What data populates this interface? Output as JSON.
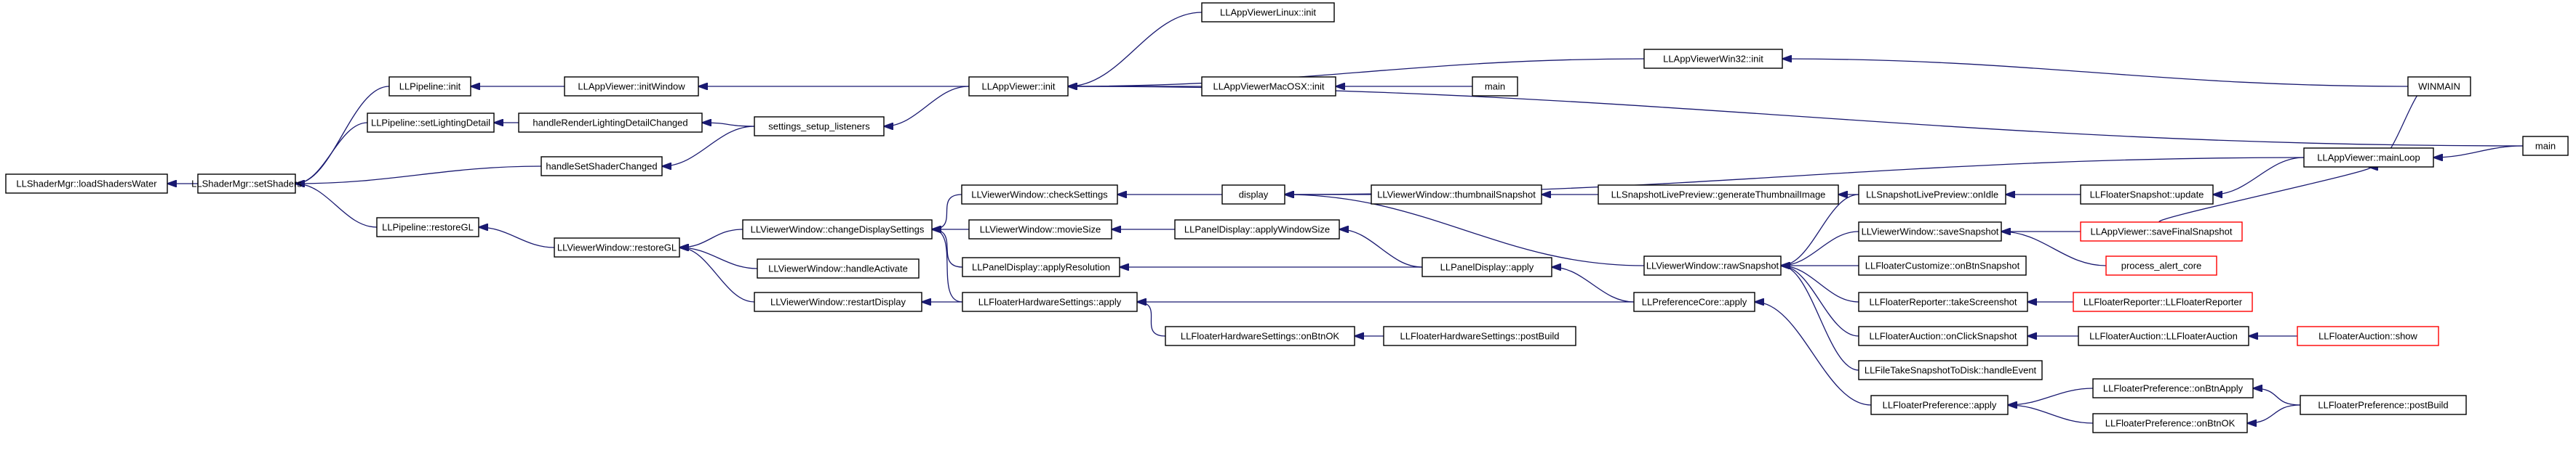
{
  "diagram": {
    "type": "call-graph",
    "colors": {
      "edge": "#191970",
      "node_border_normal": "#000000",
      "node_border_truncated": "#ff0000",
      "root_fill": "#bfbfbf",
      "node_fill": "#ffffff"
    },
    "nodes": [
      {
        "id": "n0",
        "label": "LLShaderMgr::loadShadersWater",
        "style": "root"
      },
      {
        "id": "n1",
        "label": "LLShaderMgr::setShaders",
        "style": "normal"
      },
      {
        "id": "n2",
        "label": "LLPipeline::init",
        "style": "normal"
      },
      {
        "id": "n3",
        "label": "LLPipeline::setLightingDetail",
        "style": "normal"
      },
      {
        "id": "n4",
        "label": "handleSetShaderChanged",
        "style": "normal"
      },
      {
        "id": "n5",
        "label": "LLPipeline::restoreGL",
        "style": "normal"
      },
      {
        "id": "n6",
        "label": "LLAppViewer::initWindow",
        "style": "normal"
      },
      {
        "id": "n7",
        "label": "handleRenderLightingDetailChanged",
        "style": "normal"
      },
      {
        "id": "n8",
        "label": "settings_setup_listeners",
        "style": "normal"
      },
      {
        "id": "n9",
        "label": "LLAppViewer::init",
        "style": "normal"
      },
      {
        "id": "n10",
        "label": "LLAppViewerLinux::init",
        "style": "normal"
      },
      {
        "id": "n11",
        "label": "LLAppViewerWin32::init",
        "style": "normal"
      },
      {
        "id": "n12",
        "label": "LLAppViewerMacOSX::init",
        "style": "normal"
      },
      {
        "id": "n13",
        "label": "main",
        "style": "normal"
      },
      {
        "id": "n14",
        "label": "WINMAIN",
        "style": "normal"
      },
      {
        "id": "n15",
        "label": "main",
        "style": "normal"
      },
      {
        "id": "n16",
        "label": "LLViewerWindow::restoreGL",
        "style": "normal"
      },
      {
        "id": "n17",
        "label": "LLViewerWindow::changeDisplaySettings",
        "style": "normal"
      },
      {
        "id": "n18",
        "label": "LLViewerWindow::handleActivate",
        "style": "normal"
      },
      {
        "id": "n19",
        "label": "LLViewerWindow::restartDisplay",
        "style": "normal"
      },
      {
        "id": "n20",
        "label": "LLViewerWindow::checkSettings",
        "style": "normal"
      },
      {
        "id": "n21",
        "label": "LLViewerWindow::movieSize",
        "style": "normal"
      },
      {
        "id": "n22",
        "label": "LLPanelDisplay::applyResolution",
        "style": "normal"
      },
      {
        "id": "n23",
        "label": "LLFloaterHardwareSettings::apply",
        "style": "normal"
      },
      {
        "id": "n24",
        "label": "display",
        "style": "normal"
      },
      {
        "id": "n25",
        "label": "LLPanelDisplay::applyWindowSize",
        "style": "normal"
      },
      {
        "id": "n26",
        "label": "LLFloaterHardwareSettings::onBtnOK",
        "style": "normal"
      },
      {
        "id": "n27",
        "label": "LLFloaterHardwareSettings::postBuild",
        "style": "normal"
      },
      {
        "id": "n28",
        "label": "LLViewerWindow::thumbnailSnapshot",
        "style": "normal"
      },
      {
        "id": "n29",
        "label": "LLSnapshotLivePreview::generateThumbnailImage",
        "style": "normal"
      },
      {
        "id": "n30",
        "label": "LLPanelDisplay::apply",
        "style": "normal"
      },
      {
        "id": "n31",
        "label": "LLViewerWindow::rawSnapshot",
        "style": "normal"
      },
      {
        "id": "n32",
        "label": "LLPreferenceCore::apply",
        "style": "normal"
      },
      {
        "id": "n33",
        "label": "LLSnapshotLivePreview::onIdle",
        "style": "normal"
      },
      {
        "id": "n34",
        "label": "LLViewerWindow::saveSnapshot",
        "style": "normal"
      },
      {
        "id": "n35",
        "label": "LLFloaterCustomize::onBtnSnapshot",
        "style": "normal"
      },
      {
        "id": "n36",
        "label": "LLFloaterReporter::takeScreenshot",
        "style": "normal"
      },
      {
        "id": "n37",
        "label": "LLFloaterAuction::onClickSnapshot",
        "style": "normal"
      },
      {
        "id": "n38",
        "label": "LLFileTakeSnapshotToDisk::handleEvent",
        "style": "normal"
      },
      {
        "id": "n39",
        "label": "LLFloaterPreference::apply",
        "style": "normal"
      },
      {
        "id": "n40",
        "label": "LLFloaterSnapshot::update",
        "style": "normal"
      },
      {
        "id": "n41",
        "label": "LLAppViewer::mainLoop",
        "style": "normal"
      },
      {
        "id": "n42",
        "label": "LLAppViewer::saveFinalSnapshot",
        "style": "truncated"
      },
      {
        "id": "n43",
        "label": "process_alert_core",
        "style": "truncated"
      },
      {
        "id": "n44",
        "label": "LLFloaterReporter::LLFloaterReporter",
        "style": "truncated"
      },
      {
        "id": "n45",
        "label": "LLFloaterAuction::LLFloaterAuction",
        "style": "normal"
      },
      {
        "id": "n46",
        "label": "LLFloaterAuction::show",
        "style": "truncated"
      },
      {
        "id": "n47",
        "label": "LLFloaterPreference::onBtnApply",
        "style": "normal"
      },
      {
        "id": "n48",
        "label": "LLFloaterPreference::onBtnOK",
        "style": "normal"
      },
      {
        "id": "n49",
        "label": "LLFloaterPreference::postBuild",
        "style": "normal"
      }
    ],
    "edges": [
      {
        "from": "n1",
        "to": "n0"
      },
      {
        "from": "n2",
        "to": "n1"
      },
      {
        "from": "n3",
        "to": "n1"
      },
      {
        "from": "n4",
        "to": "n1"
      },
      {
        "from": "n5",
        "to": "n1"
      },
      {
        "from": "n6",
        "to": "n2"
      },
      {
        "from": "n7",
        "to": "n3"
      },
      {
        "from": "n8",
        "to": "n7"
      },
      {
        "from": "n8",
        "to": "n4"
      },
      {
        "from": "n9",
        "to": "n6"
      },
      {
        "from": "n9",
        "to": "n8"
      },
      {
        "from": "n10",
        "to": "n9"
      },
      {
        "from": "n11",
        "to": "n9"
      },
      {
        "from": "n12",
        "to": "n9"
      },
      {
        "from": "n15",
        "to": "n9"
      },
      {
        "from": "n13",
        "to": "n12"
      },
      {
        "from": "n14",
        "to": "n11"
      },
      {
        "from": "n16",
        "to": "n5"
      },
      {
        "from": "n17",
        "to": "n16"
      },
      {
        "from": "n18",
        "to": "n16"
      },
      {
        "from": "n19",
        "to": "n16"
      },
      {
        "from": "n20",
        "to": "n17"
      },
      {
        "from": "n21",
        "to": "n17"
      },
      {
        "from": "n22",
        "to": "n17"
      },
      {
        "from": "n23",
        "to": "n17"
      },
      {
        "from": "n23",
        "to": "n19"
      },
      {
        "from": "n24",
        "to": "n20"
      },
      {
        "from": "n25",
        "to": "n21"
      },
      {
        "from": "n26",
        "to": "n23"
      },
      {
        "from": "n27",
        "to": "n26"
      },
      {
        "from": "n28",
        "to": "n24"
      },
      {
        "from": "n41",
        "to": "n24"
      },
      {
        "from": "n29",
        "to": "n28"
      },
      {
        "from": "n31",
        "to": "n24"
      },
      {
        "from": "n30",
        "to": "n25"
      },
      {
        "from": "n30",
        "to": "n22"
      },
      {
        "from": "n32",
        "to": "n30"
      },
      {
        "from": "n32",
        "to": "n23"
      },
      {
        "from": "n39",
        "to": "n32"
      },
      {
        "from": "n33",
        "to": "n31"
      },
      {
        "from": "n33",
        "to": "n29"
      },
      {
        "from": "n34",
        "to": "n31"
      },
      {
        "from": "n35",
        "to": "n31"
      },
      {
        "from": "n36",
        "to": "n31"
      },
      {
        "from": "n37",
        "to": "n31"
      },
      {
        "from": "n38",
        "to": "n31"
      },
      {
        "from": "n40",
        "to": "n33"
      },
      {
        "from": "n41",
        "to": "n40"
      },
      {
        "from": "n42",
        "to": "n34"
      },
      {
        "from": "n43",
        "to": "n34"
      },
      {
        "from": "n44",
        "to": "n36"
      },
      {
        "from": "n45",
        "to": "n37"
      },
      {
        "from": "n46",
        "to": "n45"
      },
      {
        "from": "n47",
        "to": "n39"
      },
      {
        "from": "n48",
        "to": "n39"
      },
      {
        "from": "n49",
        "to": "n47"
      },
      {
        "from": "n49",
        "to": "n48"
      },
      {
        "from": "n42",
        "to": "n41"
      },
      {
        "from": "n14",
        "to": "n41"
      },
      {
        "from": "n15",
        "to": "n41"
      },
      {
        "from": "n41",
        "to": "n41b"
      }
    ]
  }
}
